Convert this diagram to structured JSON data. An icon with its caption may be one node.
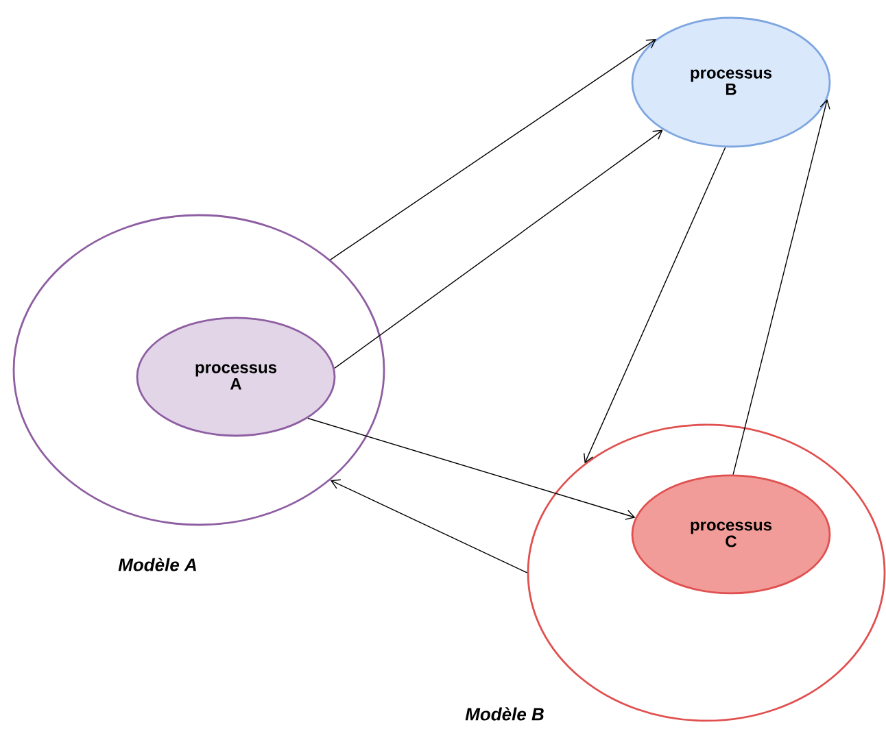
{
  "diagram": {
    "nodes": [
      {
        "text": [],
        "shape": "circle",
        "beside": [
          "Modèle A"
        ]
      },
      {
        "text": [
          "processus A"
        ],
        "in": 0
      },
      {
        "text": [
          "processus B"
        ]
      },
      {
        "text": [],
        "shape": "circle",
        "beside": [
          "Modèle B"
        ]
      },
      {
        "text": [
          "processus C"
        ],
        "in": 3
      }
    ],
    "edges": [
      {
        "from": 0,
        "to": 2,
        "arrow": "to"
      },
      {
        "from": 1,
        "to": 2,
        "arrow": "to"
      },
      {
        "from": 2,
        "to": 3,
        "arrow": "to"
      },
      {
        "from": 4,
        "to": 2,
        "arrow": "to"
      },
      {
        "from": 1,
        "to": 4,
        "arrow": "to"
      },
      {
        "from": 3,
        "to": 0,
        "arrow": "to"
      }
    ]
  }
}
